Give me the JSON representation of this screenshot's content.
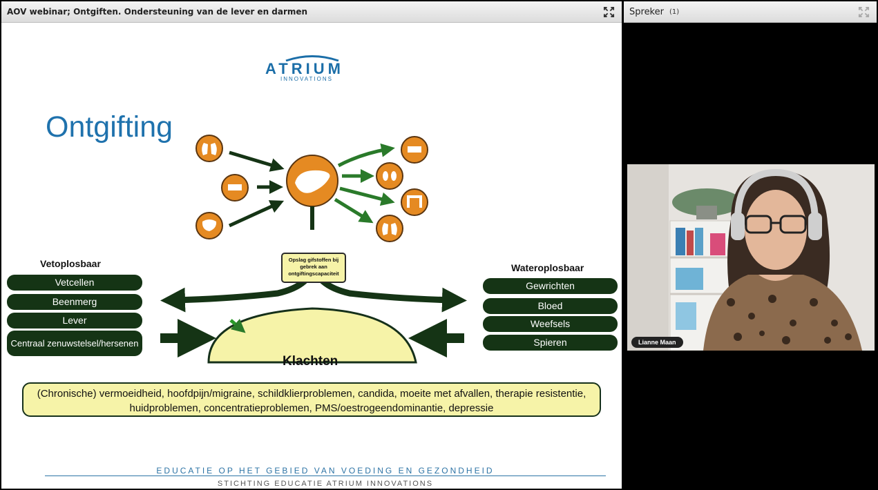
{
  "share_pod": {
    "title": "AOV webinar; Ontgiften. Ondersteuning van de lever en darmen",
    "expand_icon": "expand-arrows-icon"
  },
  "speaker_pod": {
    "title": "Spreker",
    "count": "(1)",
    "expand_icon": "expand-arrows-icon"
  },
  "slide": {
    "logo": "ATRIUM",
    "logo_sub": "INNOVATIONS",
    "title": "Ontgifting",
    "storage_box": "Opslag gifstoffen bij gebrek aan ontgiftingscapaciteit",
    "left_group": {
      "title": "Vetoplosbaar",
      "items": [
        "Vetcellen",
        "Beenmerg",
        "Lever",
        "Centraal zenuwstelsel/hersenen"
      ]
    },
    "right_group": {
      "title": "Wateroplosbaar",
      "items": [
        "Gewrichten",
        "Bloed",
        "Weefsels",
        "Spieren"
      ]
    },
    "klachten": "Klachten",
    "complaints": "(Chronische) vermoeidheid, hoofdpijn/migraine, schildklierproblemen, candida, moeite met afvallen, therapie resistentie, huidproblemen, concentratieproblemen, PMS/oestrogeendominantie, depressie",
    "footer_1": "EDUCATIE OP HET GEBIED VAN VOEDING EN GEZONDHEID",
    "footer_2": "STICHTING EDUCATIE ATRIUM INNOVATIONS"
  },
  "video": {
    "name": "Lianne Maan"
  },
  "colors": {
    "orange": "#e58a22",
    "dark_green": "#153415",
    "green": "#2a7a2a",
    "yellow": "#f6f3a8",
    "brand_blue": "#1f72ad"
  }
}
